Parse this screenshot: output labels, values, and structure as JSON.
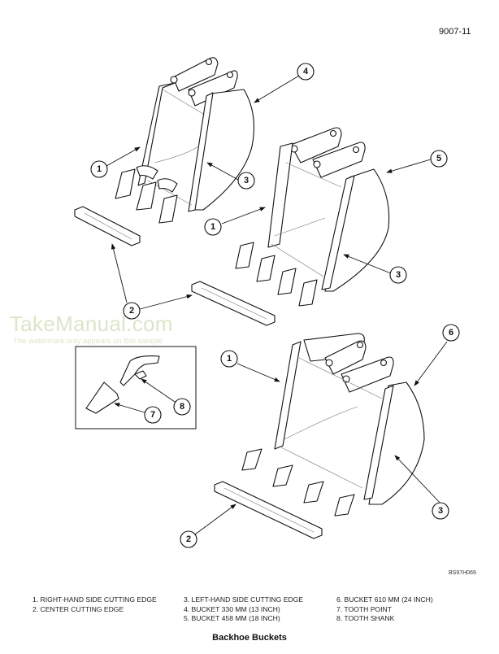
{
  "page": {
    "number": "9007-11",
    "drawing_id": "BS97H069",
    "caption": "Backhoe Buckets"
  },
  "watermark": {
    "title": "TakeManual.com",
    "subtitle": "The watermark only appears on this sample",
    "color": "#dbe6c8"
  },
  "callouts": {
    "c1a": "1",
    "c3a": "3",
    "c4": "4",
    "c1b": "1",
    "c3b": "3",
    "c5": "5",
    "c2": "2",
    "c7": "7",
    "c8": "8",
    "c1c": "1",
    "c3c": "3",
    "c6": "6",
    "c2b": "2"
  },
  "legend": {
    "col1": [
      "1.  RIGHT-HAND SIDE CUTTING EDGE",
      "2.  CENTER CUTTING EDGE"
    ],
    "col2": [
      "3.  LEFT-HAND SIDE CUTTING EDGE",
      "4.  BUCKET 330 MM (13 INCH)",
      "5.  BUCKET 458 MM (18 INCH)"
    ],
    "col3": [
      "6.  BUCKET 610 MM (24 INCH)",
      "7.  TOOTH POINT",
      "8.  TOOTH SHANK"
    ]
  }
}
